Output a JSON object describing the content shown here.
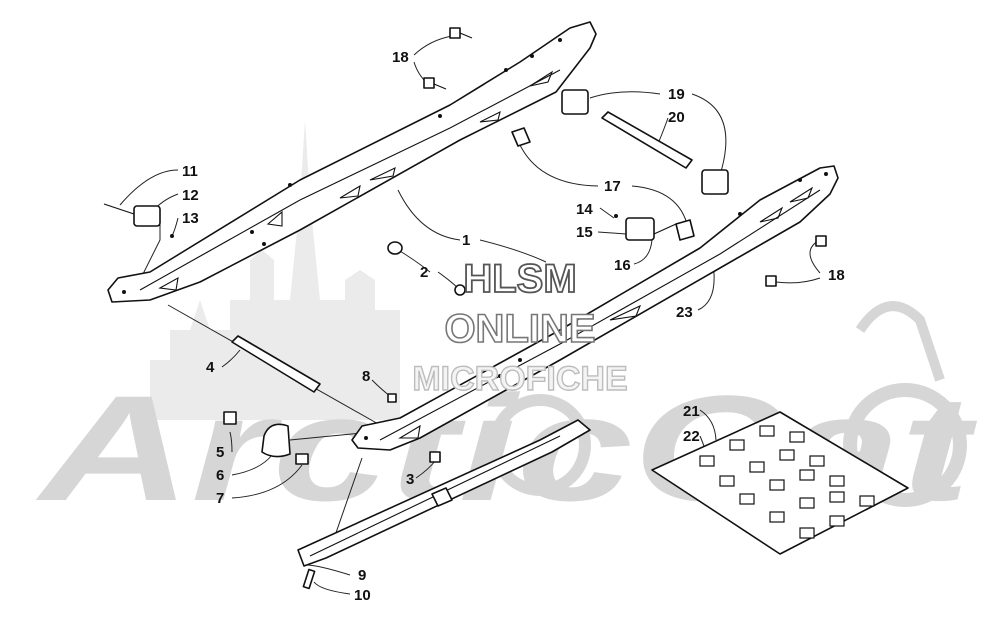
{
  "watermark": {
    "line1": "HLSM",
    "line2": "ONLINE",
    "line3": "MICROFICHE",
    "brand": "ArcticCat"
  },
  "callouts": [
    {
      "id": "c1",
      "text": "1"
    },
    {
      "id": "c2",
      "text": "2"
    },
    {
      "id": "c3",
      "text": "3"
    },
    {
      "id": "c4",
      "text": "4"
    },
    {
      "id": "c5",
      "text": "5"
    },
    {
      "id": "c6",
      "text": "6"
    },
    {
      "id": "c7",
      "text": "7"
    },
    {
      "id": "c8",
      "text": "8"
    },
    {
      "id": "c9",
      "text": "9"
    },
    {
      "id": "c10",
      "text": "10"
    },
    {
      "id": "c11",
      "text": "11"
    },
    {
      "id": "c12",
      "text": "12"
    },
    {
      "id": "c13",
      "text": "13"
    },
    {
      "id": "c14",
      "text": "14"
    },
    {
      "id": "c15",
      "text": "15"
    },
    {
      "id": "c16",
      "text": "16"
    },
    {
      "id": "c17",
      "text": "17"
    },
    {
      "id": "c18a",
      "text": "18"
    },
    {
      "id": "c18b",
      "text": "18"
    },
    {
      "id": "c19",
      "text": "19"
    },
    {
      "id": "c20",
      "text": "20"
    },
    {
      "id": "c21",
      "text": "21"
    },
    {
      "id": "c22",
      "text": "22"
    },
    {
      "id": "c23",
      "text": "23"
    }
  ]
}
